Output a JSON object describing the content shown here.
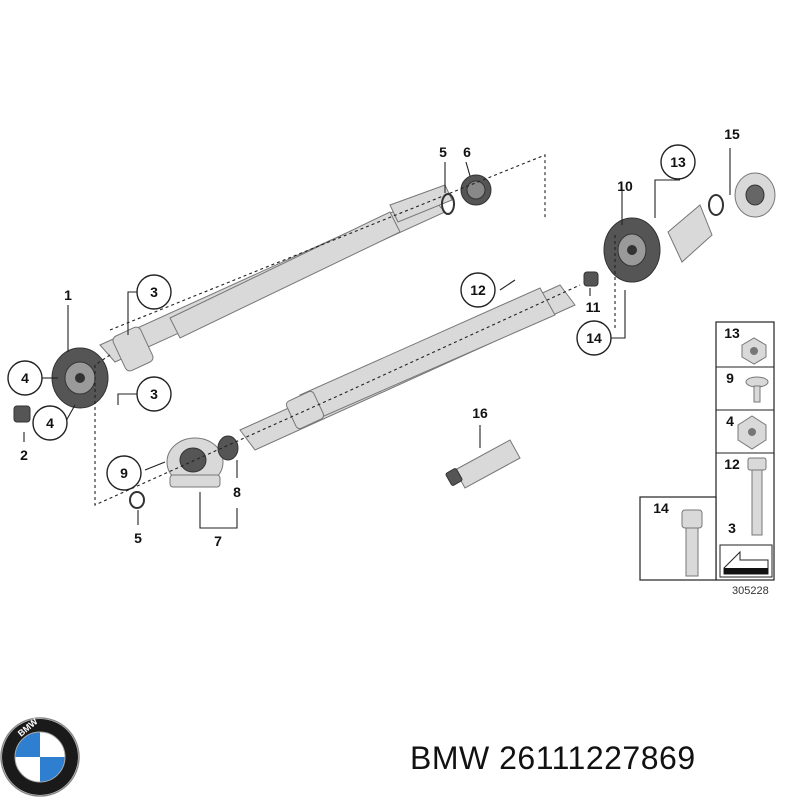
{
  "caption": {
    "brand": "BMW",
    "part_number": "26111227869"
  },
  "document_number": "305228",
  "logo": {
    "letters": "BMW",
    "icon": "bmw-roundel-icon",
    "colors": {
      "ring": "#1a1a1a",
      "blue": "#2f7fd0",
      "white": "#ffffff"
    }
  },
  "callouts": [
    "1",
    "2",
    "3",
    "3",
    "4",
    "4",
    "5",
    "5",
    "6",
    "7",
    "8",
    "9",
    "10",
    "11",
    "12",
    "13",
    "14",
    "15",
    "16"
  ],
  "legend": {
    "rows": [
      "13",
      "9",
      "4",
      "12",
      "3"
    ],
    "left": "14"
  }
}
